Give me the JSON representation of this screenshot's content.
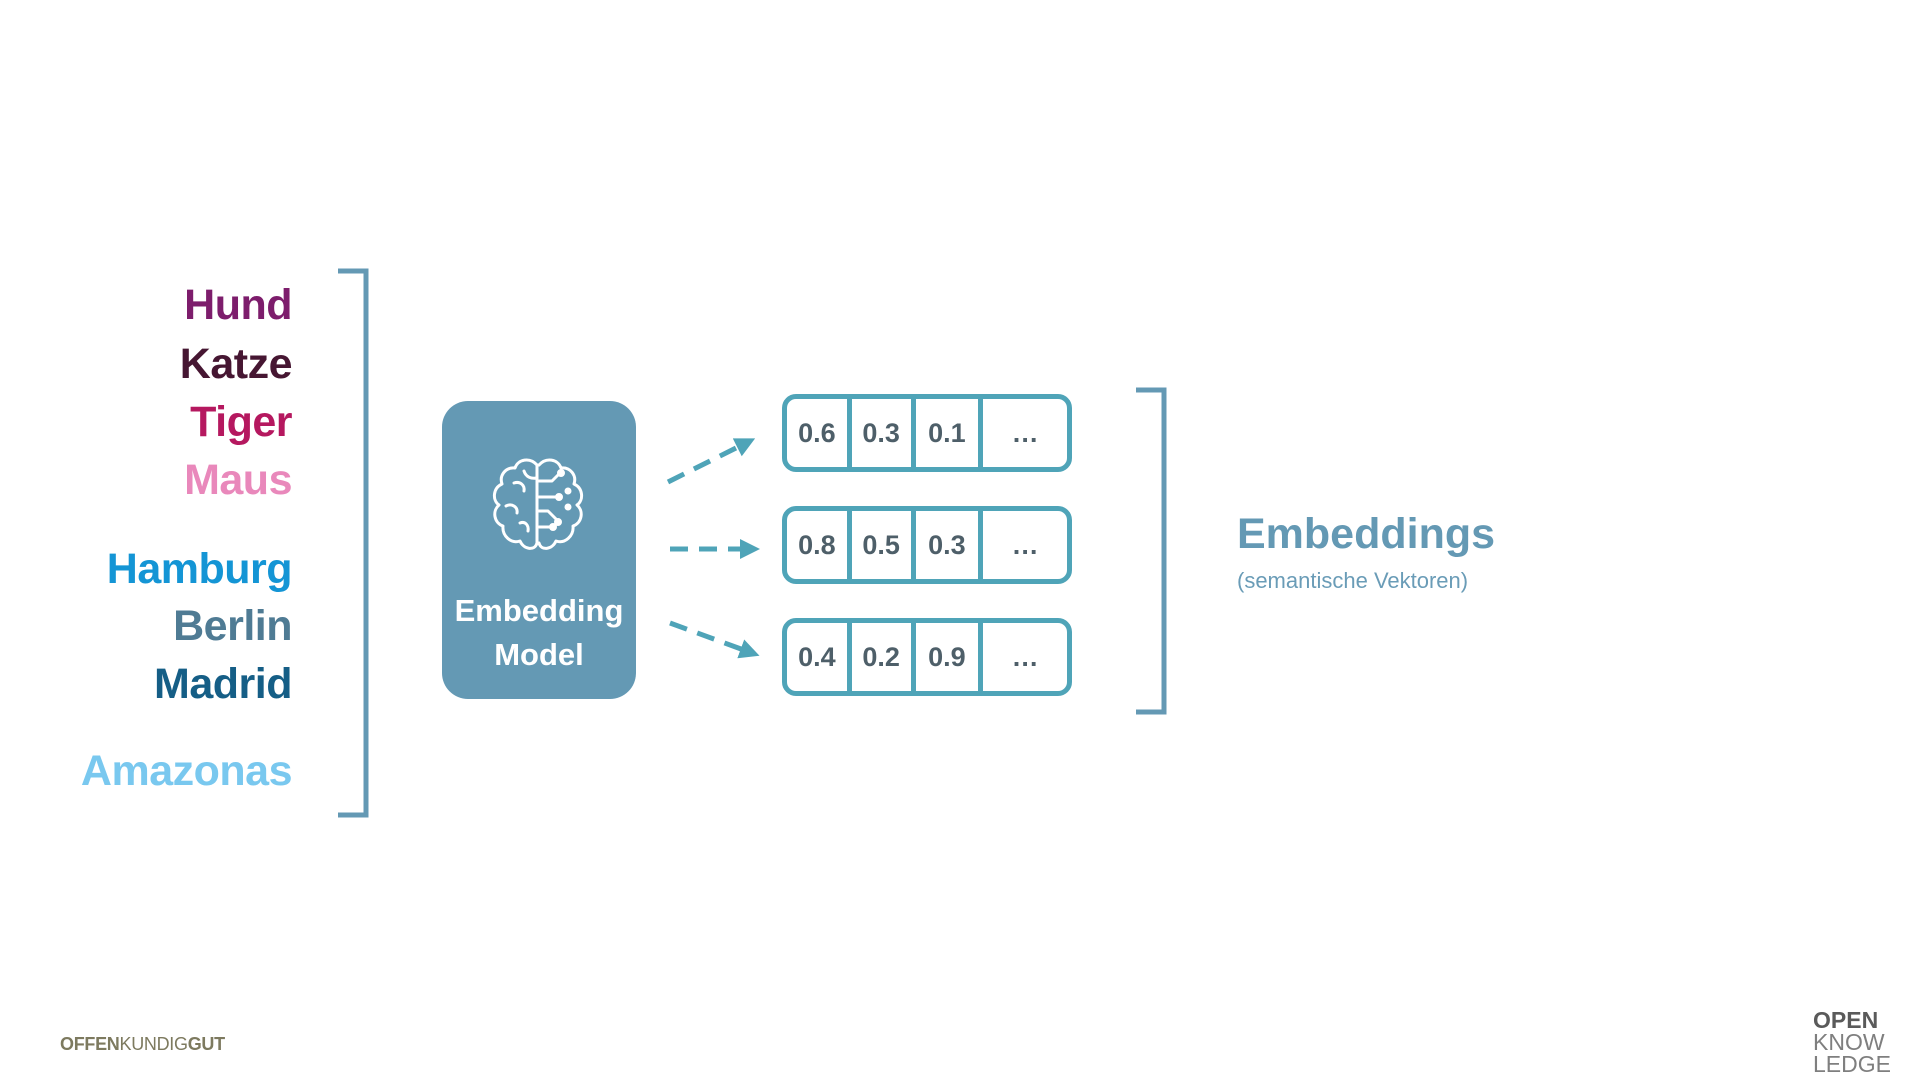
{
  "words": [
    {
      "text": "Hund",
      "color": "#7d1d6c"
    },
    {
      "text": "Katze",
      "color": "#461632"
    },
    {
      "text": "Tiger",
      "color": "#b5185f"
    },
    {
      "text": "Maus",
      "color": "#e988bb"
    },
    {
      "text": "Hamburg",
      "color": "#1495d5"
    },
    {
      "text": "Berlin",
      "color": "#4f7b94"
    },
    {
      "text": "Madrid",
      "color": "#155e86"
    },
    {
      "text": "Amazonas",
      "color": "#79c8ef"
    }
  ],
  "model": {
    "label_line1": "Embedding",
    "label_line2": "Model",
    "icon": "brain-circuit-icon",
    "color": "#6499b4"
  },
  "vectors": [
    {
      "values": [
        "0.6",
        "0.3",
        "0.1",
        "…"
      ]
    },
    {
      "values": [
        "0.8",
        "0.5",
        "0.3",
        "…"
      ]
    },
    {
      "values": [
        "0.4",
        "0.2",
        "0.9",
        "…"
      ]
    }
  ],
  "embeddings": {
    "title": "Embeddings",
    "subtitle": "(semantische Vektoren)"
  },
  "footer": {
    "brand_part1": "OFFEN",
    "brand_part2": "KUNDIG",
    "brand_part3": "GUT",
    "logo_line1": "OPEN",
    "logo_line2": "KNOW",
    "logo_line3": "LEDGE"
  },
  "colors": {
    "bracket": "#6499b4",
    "arrow": "#4fa4b8",
    "vector_border": "#4fa4b8"
  }
}
